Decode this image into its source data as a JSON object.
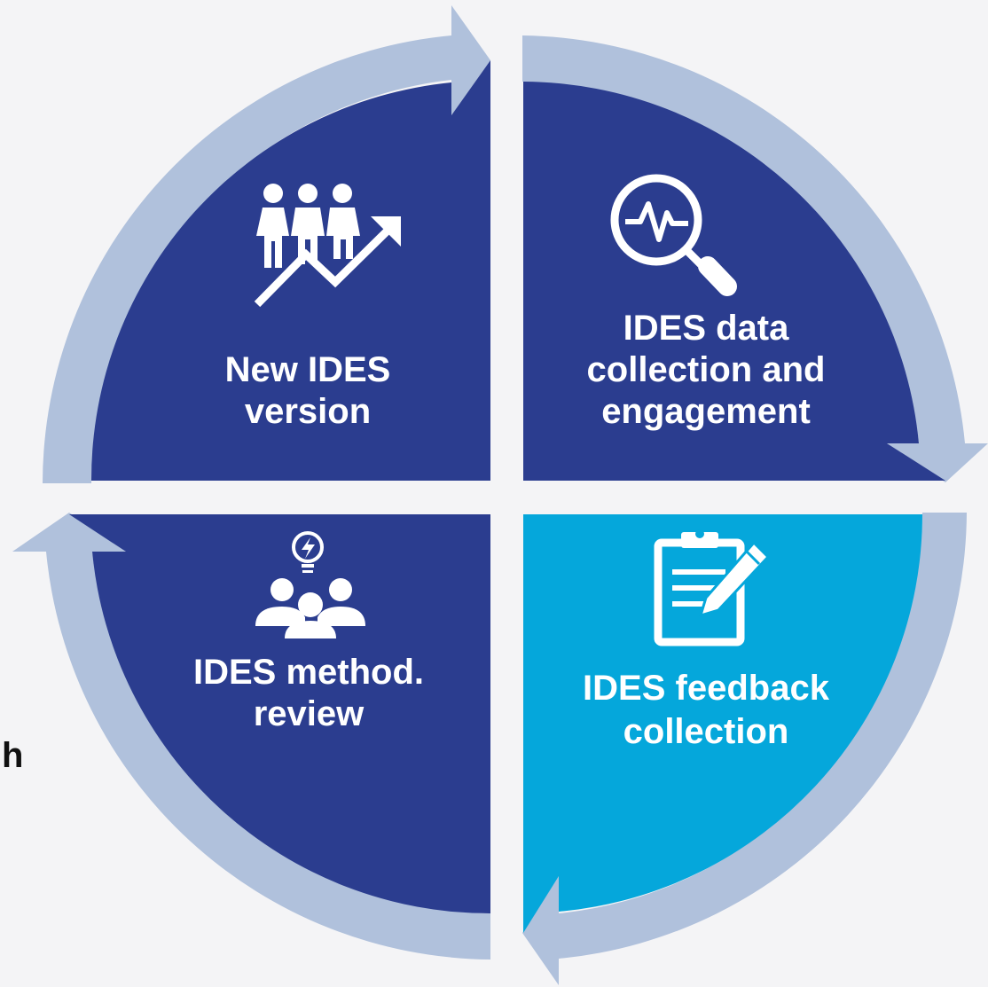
{
  "quadrants": {
    "new_version": {
      "label_line1": "New IDES",
      "label_line2": "version",
      "icon": "people-growth-icon",
      "color": "#2b3d8f"
    },
    "data_collection": {
      "label_line1": "IDES data",
      "label_line2": "collection and",
      "label_line3": "engagement",
      "icon": "magnifier-pulse-icon",
      "color": "#2b3d8f"
    },
    "method_review": {
      "label_line1": "IDES method.",
      "label_line2": "review",
      "icon": "team-idea-icon",
      "color": "#2b3d8f"
    },
    "feedback": {
      "label_line1": "IDES feedback",
      "label_line2": "collection",
      "icon": "clipboard-pencil-icon",
      "color": "#05a7db"
    }
  },
  "cycle_arrow_color": "#b0c1dc",
  "stray_text": "h"
}
